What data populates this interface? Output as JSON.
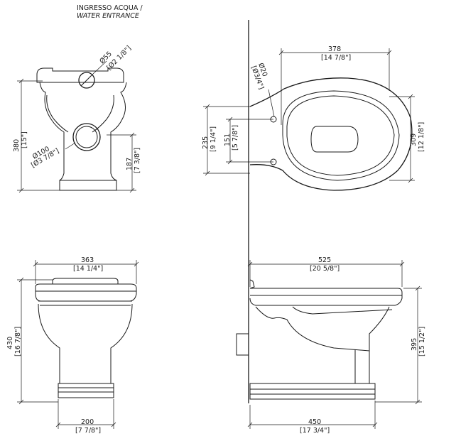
{
  "header": {
    "line1": "INGRESSO ACQUA /",
    "line2": "WATER ENTRANCE"
  },
  "labels": {
    "dia55": "Ø55",
    "dia55_in": "[Ø2 1/8\"]",
    "dia100": "Ø100",
    "dia100_in": "[Ø3 7/8\"]",
    "dia20": "Ø20",
    "dia20_in": "[Ø3/4\"]",
    "h380": "380",
    "h380_in": "[15\"]",
    "h187": "187",
    "h187_in": "[7 3/8\"]",
    "w378": "378",
    "w378_in": "[14 7/8\"]",
    "h235": "235",
    "h235_in": "[9 1/4\"]",
    "h151": "151",
    "h151_in": "[5 7/8\"]",
    "h309": "309",
    "h309_in": "[12 1/8\"]",
    "w363": "363",
    "w363_in": "[14 1/4\"]",
    "h430": "430",
    "h430_in": "[16 7/8\"]",
    "w200": "200",
    "w200_in": "[7 7/8\"]",
    "w525": "525",
    "w525_in": "[20 5/8\"]",
    "h395": "395",
    "h395_in": "[15 1/2\"]",
    "w450": "450",
    "w450_in": "[17 3/4\"]"
  }
}
